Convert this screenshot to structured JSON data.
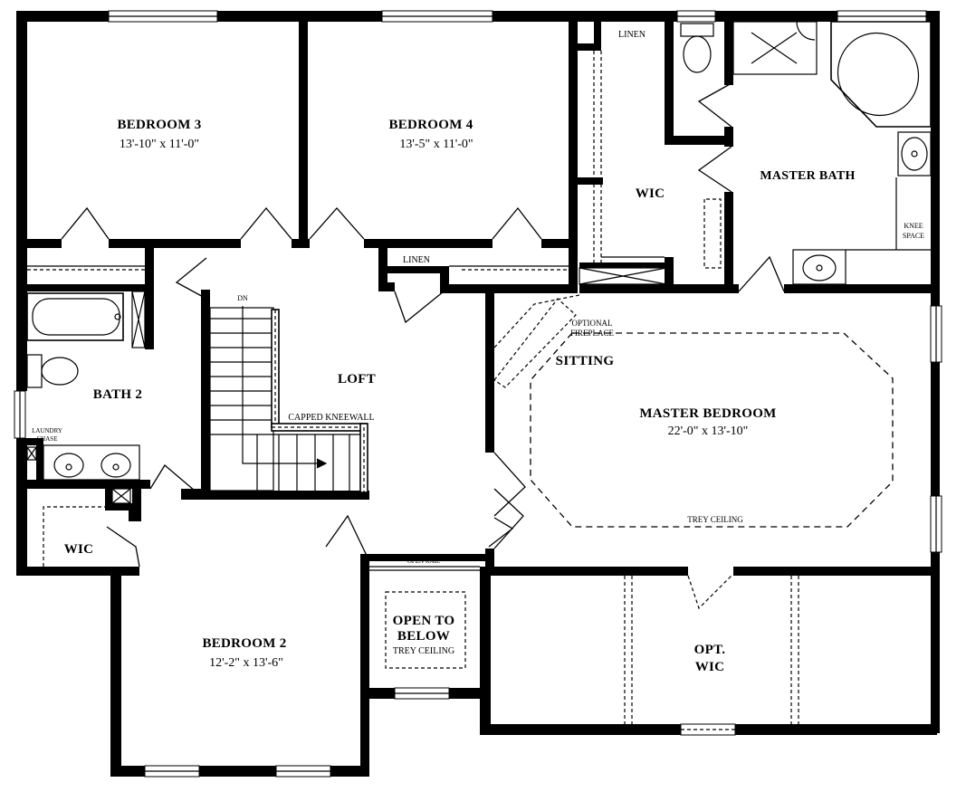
{
  "rooms": {
    "bedroom3": {
      "name": "BEDROOM 3",
      "dim": "13'-10\" x 11'-0\""
    },
    "bedroom4": {
      "name": "BEDROOM 4",
      "dim": "13'-5\" x 11'-0\""
    },
    "wic_master": {
      "name": "WIC"
    },
    "master_bath": {
      "name": "MASTER BATH"
    },
    "bath2": {
      "name": "BATH 2"
    },
    "loft": {
      "name": "LOFT"
    },
    "sitting": {
      "name": "SITTING"
    },
    "master_bedroom": {
      "name": "MASTER BEDROOM",
      "dim": "22'-0\"  x  13'-10\""
    },
    "wic2": {
      "name": "WIC"
    },
    "bedroom2": {
      "name": "BEDROOM 2",
      "dim": "12'-2\" x 13'-6\""
    },
    "open_to_below": {
      "line1": "OPEN TO",
      "line2": "BELOW",
      "line3": "TREY CEILING"
    },
    "opt_wic": {
      "line1": "OPT.",
      "line2": "WIC"
    }
  },
  "labels": {
    "linen_top": "LINEN",
    "linen_mid": "LINEN",
    "knee": "KNEE",
    "space": "SPACE",
    "dn": "DN",
    "capped_kneewall": "CAPPED KNEEWALL",
    "optional": "OPTIONAL",
    "fireplace": "FIREPLACE",
    "trey_ceiling": "TREY CEILING",
    "laundry": "LAUNDRY",
    "chase": "CHASE",
    "open_rail": "OPEN RAIL"
  }
}
